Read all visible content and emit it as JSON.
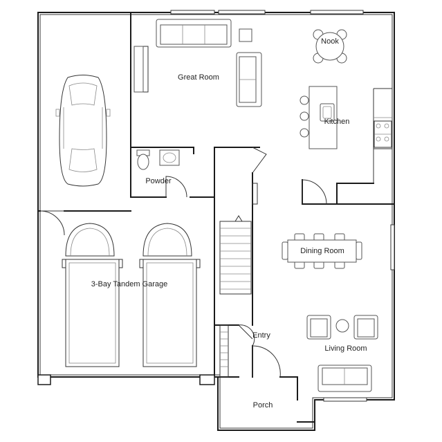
{
  "rooms": {
    "great_room": "Great Room",
    "nook": "Nook",
    "kitchen": "Kitchen",
    "powder": "Powder",
    "dining_room": "Dining Room",
    "garage": "3-Bay Tandem Garage",
    "entry": "Entry",
    "living_room": "Living Room",
    "porch": "Porch"
  },
  "colors": {
    "wall": "#1a1a1a",
    "furniture": "#555555",
    "background": "#ffffff"
  }
}
